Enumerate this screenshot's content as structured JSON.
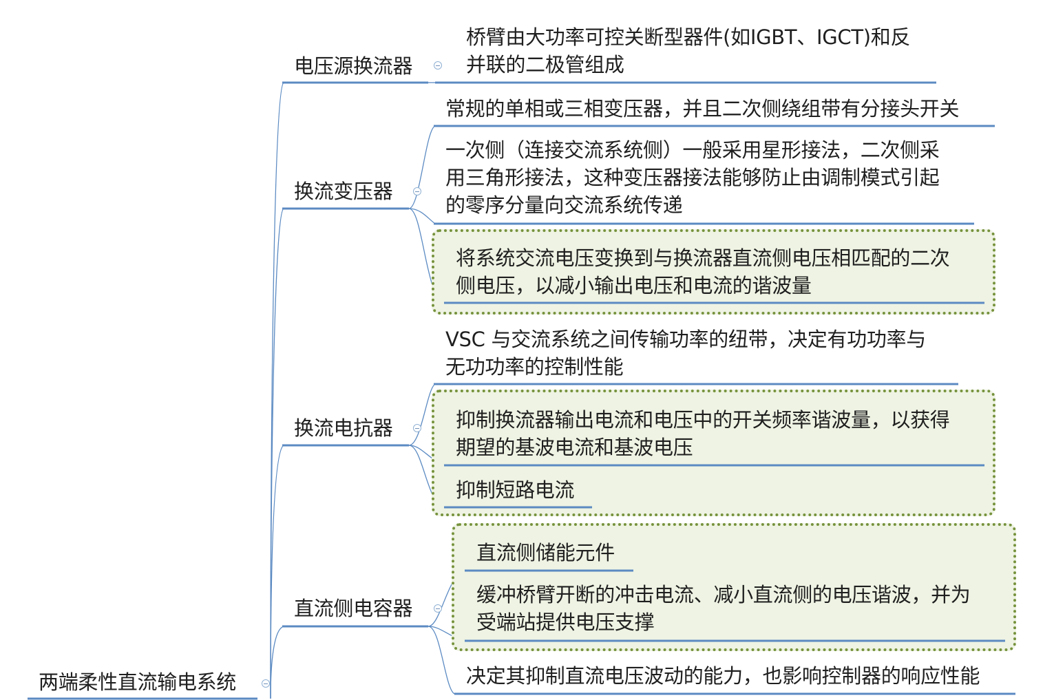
{
  "root": {
    "label": "两端柔性直流输电系统"
  },
  "branches": [
    {
      "label": "电压源换流器",
      "children": [
        "桥臂由大功率可控关断型器件(如IGBT、IGCT)和反\n并联的二极管组成"
      ]
    },
    {
      "label": "换流变压器",
      "children": [
        "常规的单相或三相变压器，并且二次侧绕组带有分接头开关",
        "一次侧（连接交流系统侧）一般采用星形接法，二次侧采\n用三角形接法，这种变压器接法能够防止由调制模式引起\n的零序分量向交流系统传递",
        "将系统交流电压变换到与换流器直流侧电压相匹配的二次\n侧电压，以减小输出电压和电流的谐波量"
      ]
    },
    {
      "label": "换流电抗器",
      "children": [
        "VSC 与交流系统之间传输功率的纽带，决定有功功率与\n无功功率的控制性能",
        "抑制换流器输出电流和电压中的开关频率谐波量，以获得\n期望的基波电流和基波电压",
        "抑制短路电流"
      ]
    },
    {
      "label": "直流侧电容器",
      "children": [
        "直流侧储能元件",
        "缓冲桥臂开断的冲击电流、减小直流侧的电压谐波，并为\n受端站提供电压支撑",
        "决定其抑制直流电压波动的能力，也影响控制器的响应性能"
      ]
    }
  ]
}
